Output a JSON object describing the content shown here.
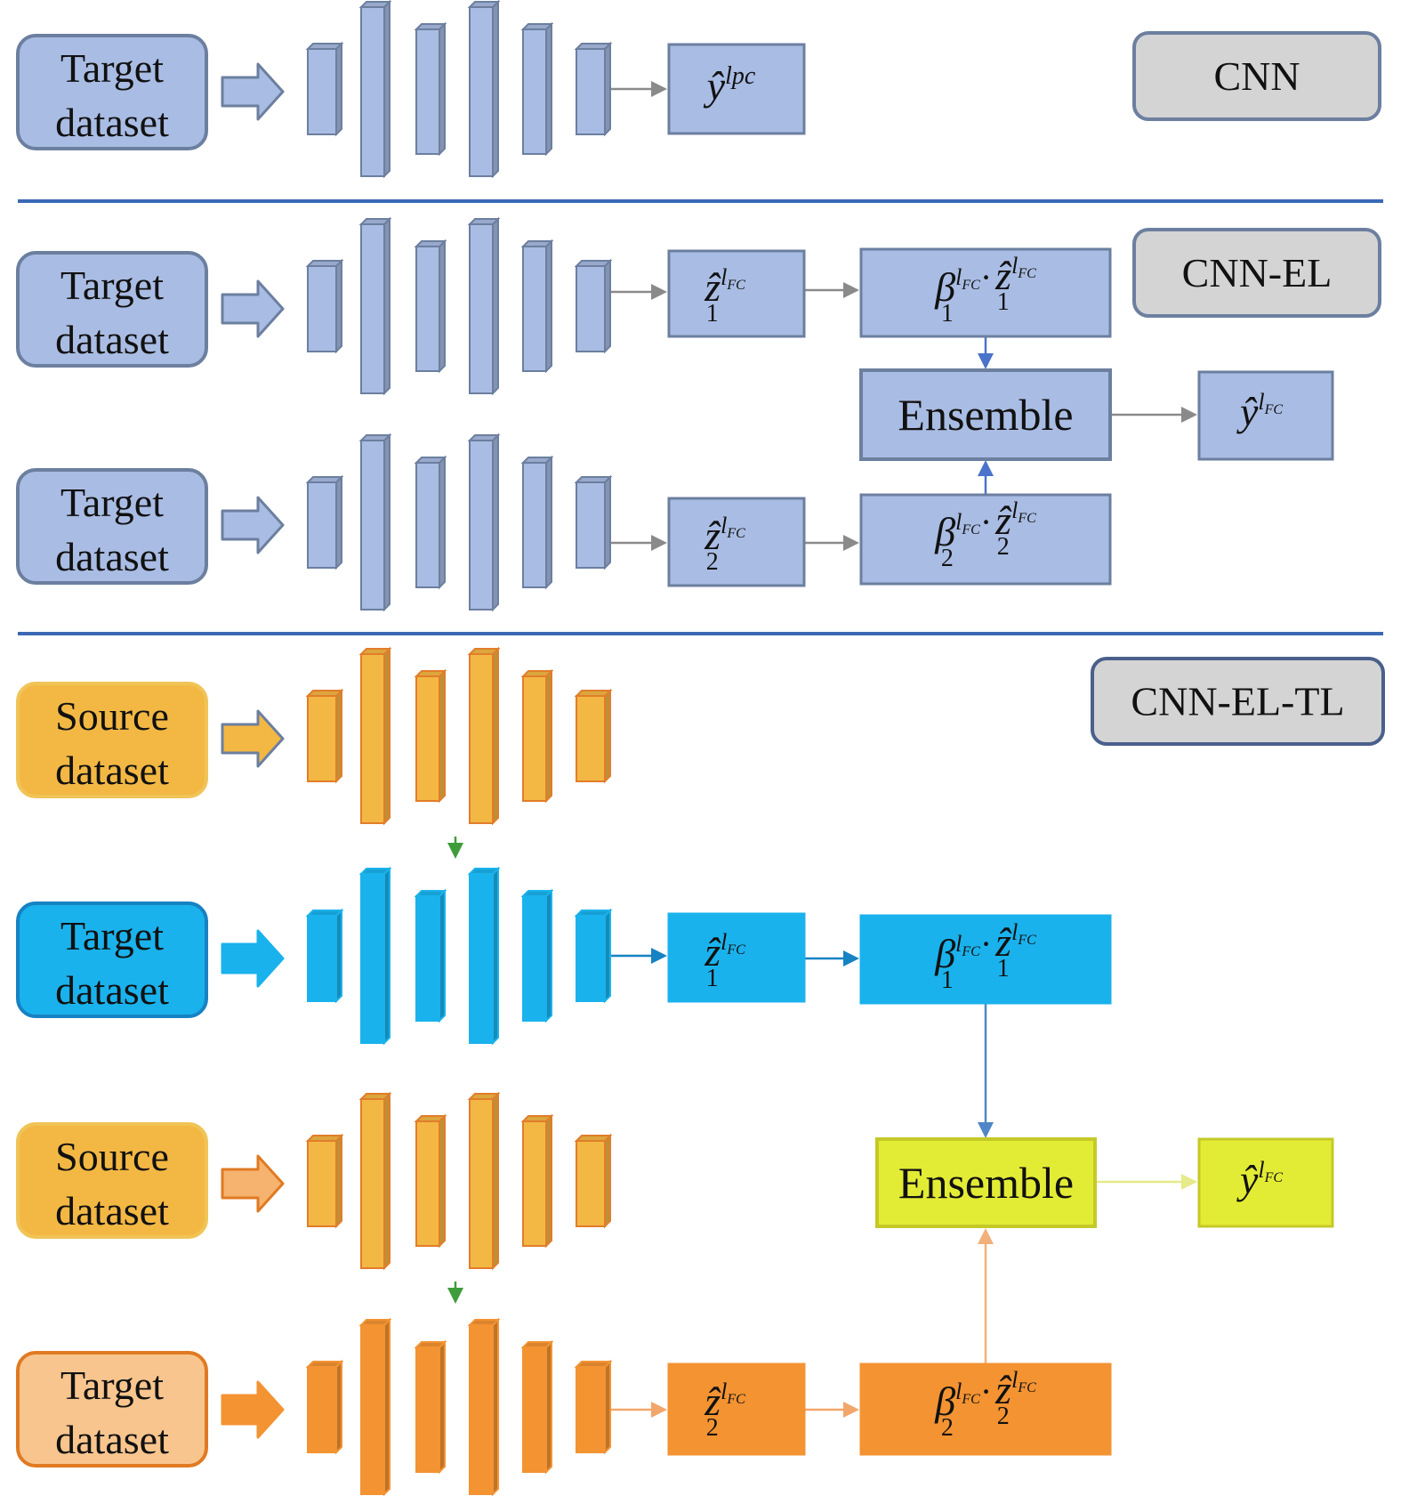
{
  "labels": {
    "target": [
      "Target",
      "dataset"
    ],
    "source": [
      "Source",
      "dataset"
    ],
    "cnn": "CNN",
    "cnn_el": "CNN-EL",
    "cnn_el_tl": "CNN-EL-TL",
    "ensemble": "Ensemble"
  },
  "math": {
    "y_hat": "ŷ",
    "y_sup_lpc": "lpc",
    "z_hat": "ẑ",
    "beta": "β",
    "dot": "·",
    "l": "l",
    "fc": "FC",
    "sub1": "1",
    "sub2": "2"
  },
  "colors": {
    "blue_gray_fill": "#a9bce3",
    "blue_gray_stroke": "#6c7f9f",
    "cyan_fill": "#1ab2ec",
    "cyan_stroke": "#1682c3",
    "orange_light_fill": "#f3b844",
    "orange_light_stroke": "#e27d2b",
    "orange_fill": "#f39332",
    "orange_stroke": "#e07a22",
    "peach_fill": "#f8c58e",
    "yellow_fill": "#e3ec35",
    "yellow_stroke": "#c4c928",
    "gray_fill": "#d4d4d4",
    "divider": "#3a68b4",
    "arrow_gray": "#8a8a8a",
    "arrow_green": "#3e9d3a"
  }
}
